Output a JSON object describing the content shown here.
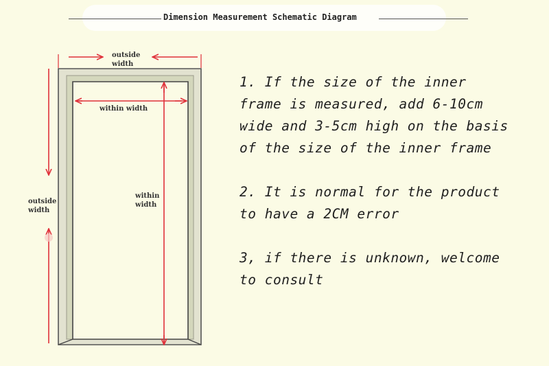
{
  "header": {
    "title": "Dimension Measurement Schematic Diagram"
  },
  "diagram": {
    "labels": {
      "outside_width_top_line1": "outside",
      "outside_width_top_line2": "width",
      "within_width": "within width",
      "outside_height_line1": "outside",
      "outside_height_line2": "width",
      "within_height_line1": "within",
      "within_height_line2": "width"
    },
    "colors": {
      "arrow": "#e0303a",
      "frame_outer": "#d9d9c8",
      "frame_stroke": "#555555",
      "frame_inner": "#fbfbe5"
    }
  },
  "instructions": [
    {
      "line1": "1. If the size of the inner",
      "line2": "frame is measured, add 6-10cm",
      "line3": "wide and 3-5cm high on the basis",
      "line4": "of the size of the inner frame"
    },
    {
      "line1": "2. It is normal for the product",
      "line2": "to have a 2CM error"
    },
    {
      "line1": "3, if there is unknown, welcome",
      "line2": "to consult"
    }
  ]
}
